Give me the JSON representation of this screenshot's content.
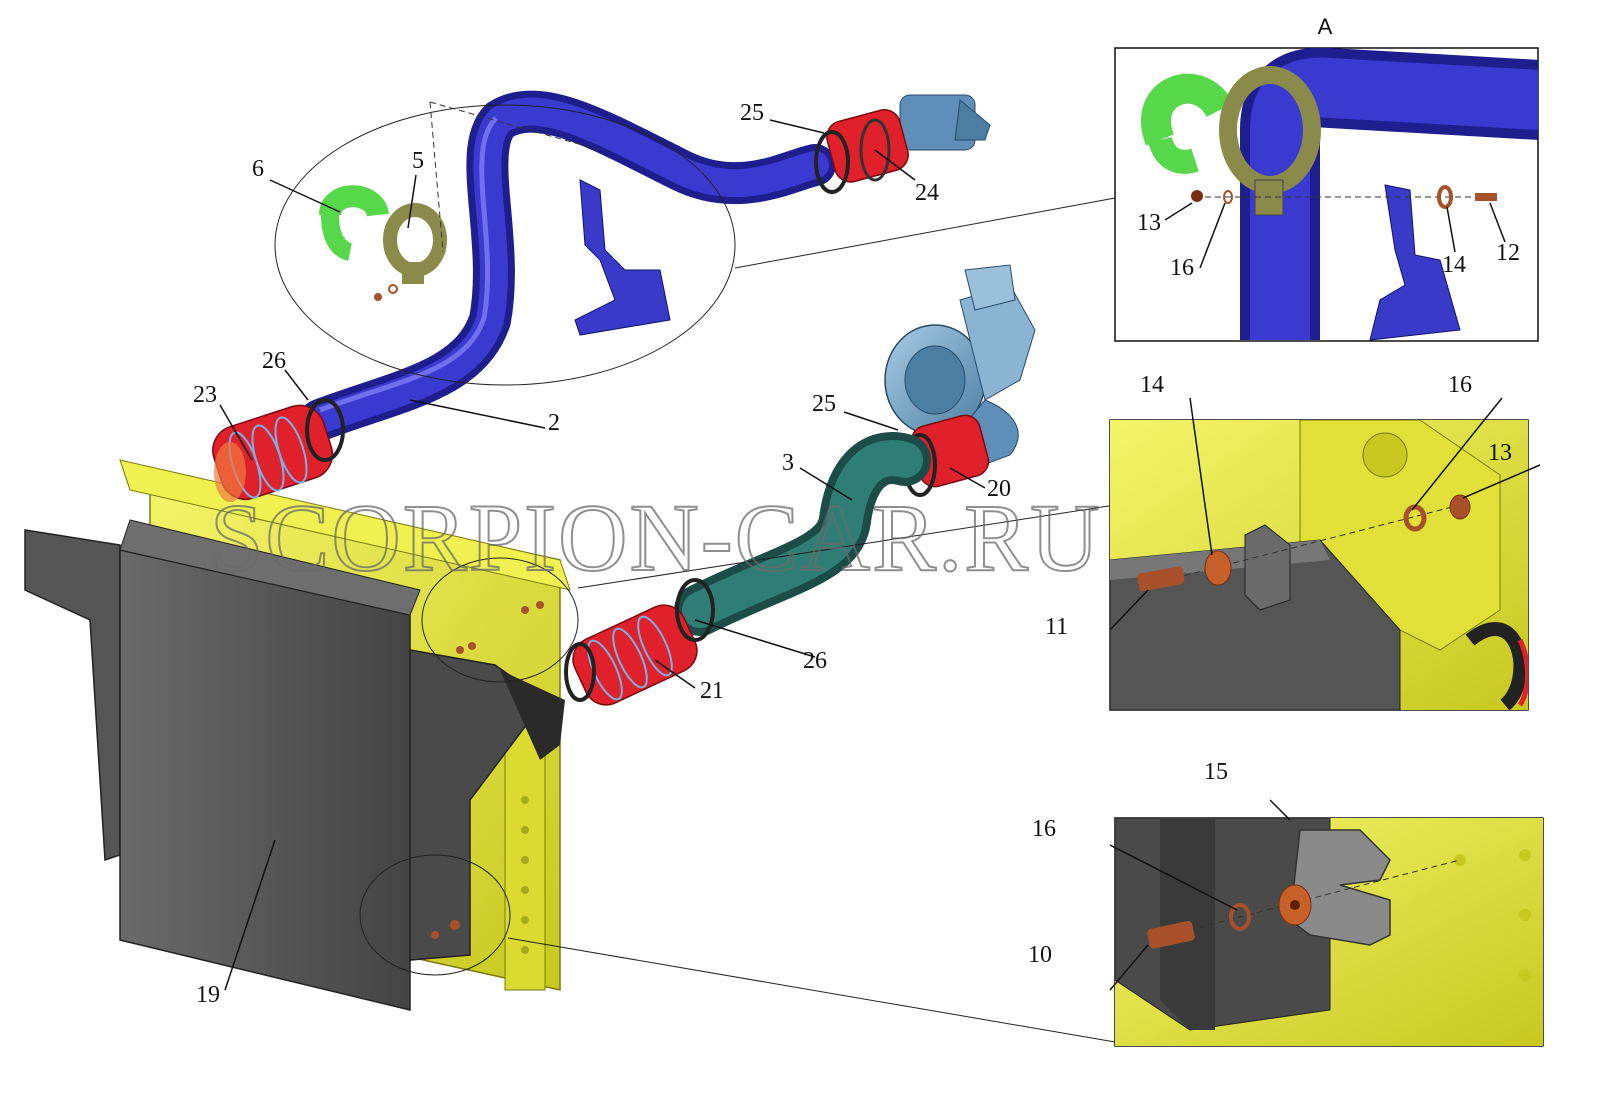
{
  "view": {
    "label": "A"
  },
  "watermark": "SCORPION-CAR.RU",
  "colors": {
    "pipe_blue": "#2a2ab0",
    "hose_red": "#e0202a",
    "radiator_yellow": "#e8e83a",
    "intercooler_grey": "#5a5a5a",
    "pipe_teal": "#2e6e68",
    "turbo_blue": "#6f9fc0",
    "clamp_green": "#56d84a",
    "clamp_olive": "#8a8a4a",
    "fastener_brown": "#a8502a"
  },
  "callouts": {
    "main": {
      "c2": "2",
      "c3": "3",
      "c5": "5",
      "c6": "6",
      "c19": "19",
      "c20": "20",
      "c21": "21",
      "c23": "23",
      "c24": "24",
      "c25a": "25",
      "c25b": "25",
      "c26a": "26",
      "c26b": "26"
    },
    "detail_a": {
      "c12": "12",
      "c13": "13",
      "c14": "14",
      "c16": "16"
    },
    "detail_b": {
      "c11": "11",
      "c13": "13",
      "c14": "14",
      "c16": "16"
    },
    "detail_c": {
      "c10": "10",
      "c15": "15",
      "c16": "16"
    }
  }
}
